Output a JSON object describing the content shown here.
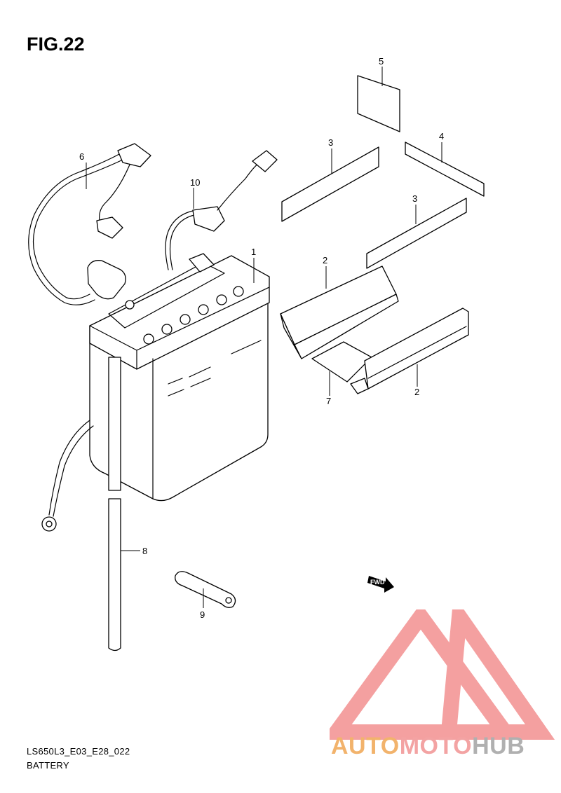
{
  "figure": {
    "title": "FIG.22",
    "code": "LS650L3_E03_E28_022",
    "caption": "BATTERY"
  },
  "callouts": [
    "1",
    "2",
    "2",
    "3",
    "3",
    "4",
    "5",
    "6",
    "7",
    "8",
    "9",
    "10"
  ],
  "fwd_label": "FWD",
  "watermark": {
    "part1": "AUTO",
    "part2": "MOTO",
    "part3": "HUB",
    "colors": {
      "auto": "#f2b36c",
      "moto": "#f3a3a3",
      "hub": "#b0b0b0",
      "logo": "#f4a0a0"
    }
  }
}
